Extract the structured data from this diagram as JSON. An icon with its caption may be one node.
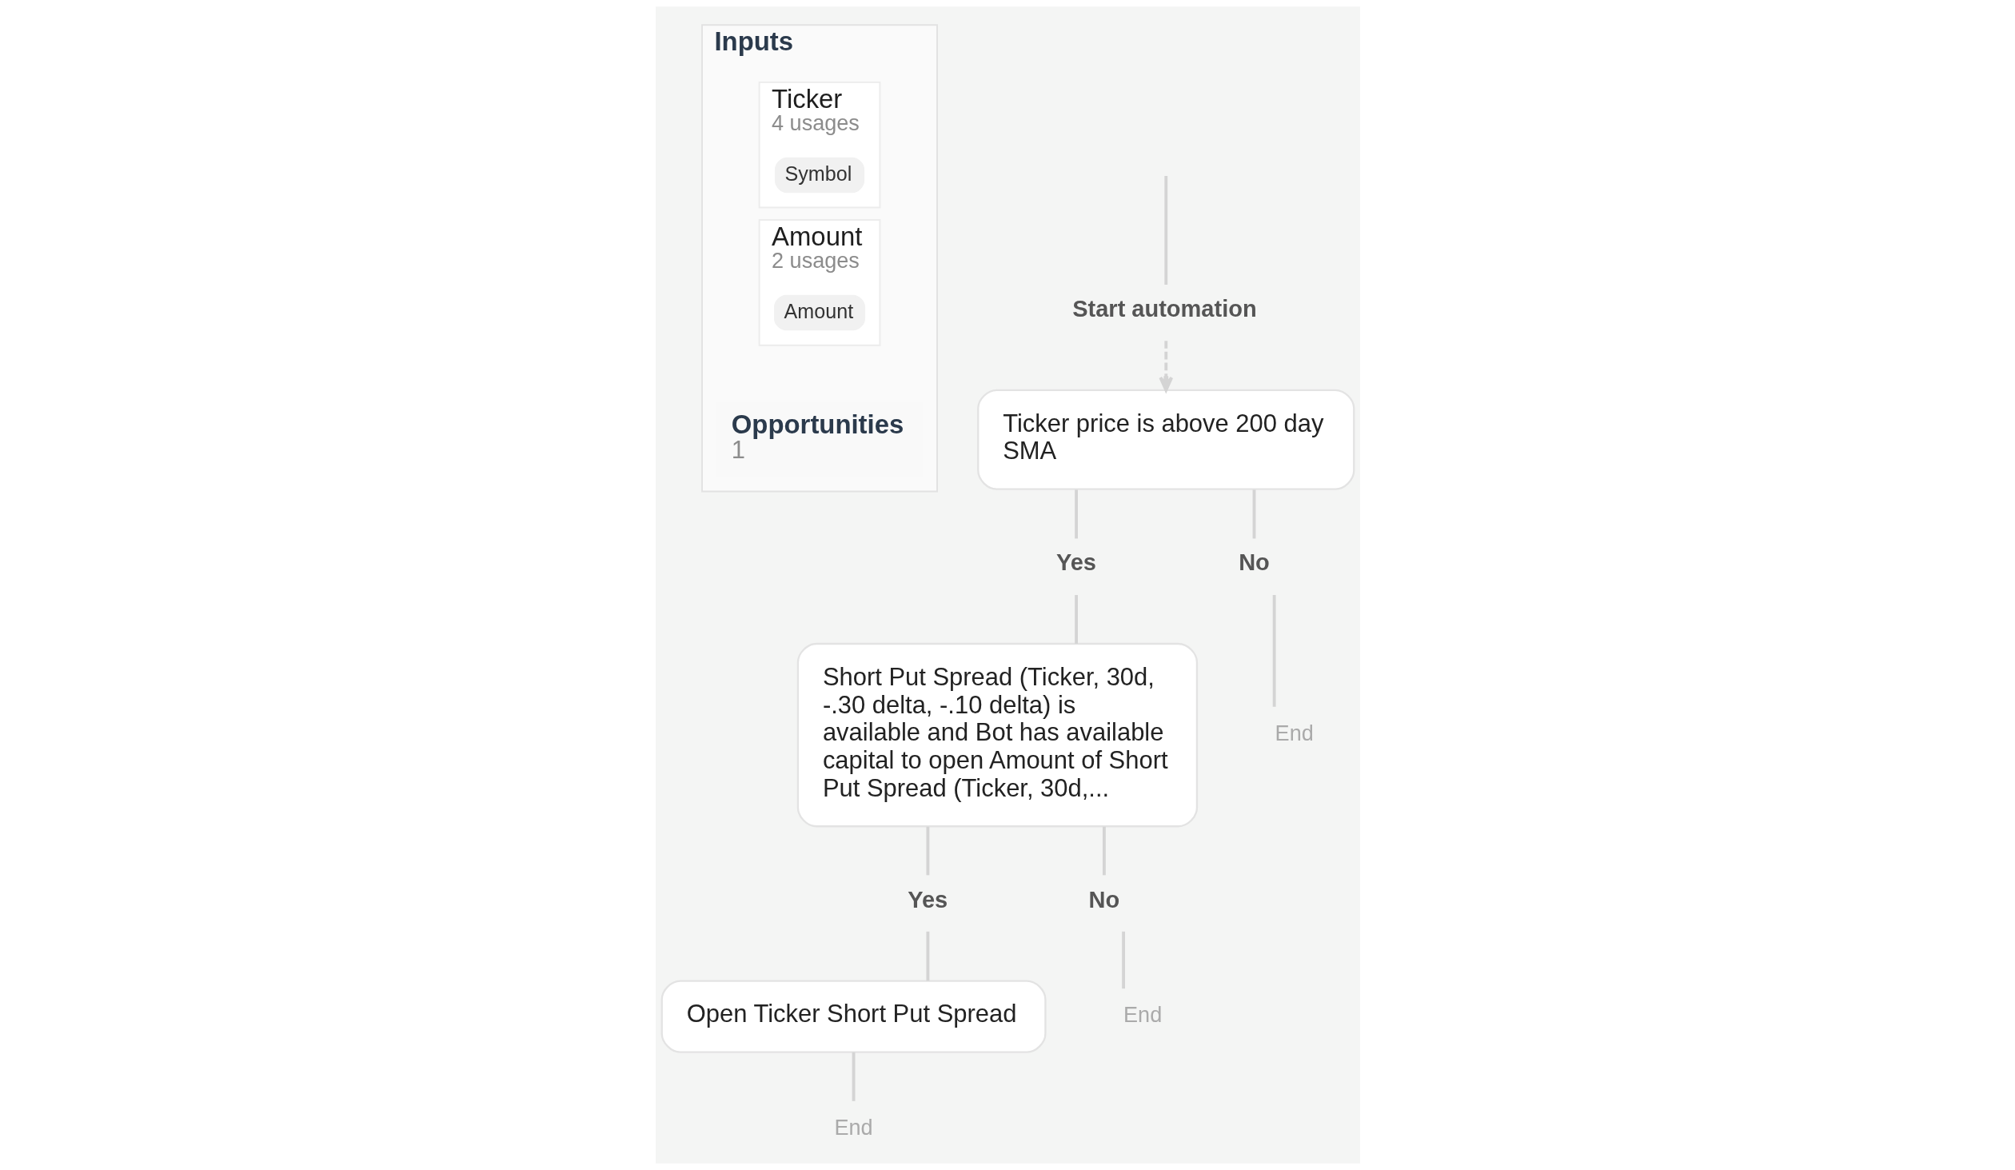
{
  "diagram": {
    "nodes": [
      {
        "text": [
          "Inputs"
        ]
      },
      {
        "text": [
          "Ticker",
          "4 usages"
        ],
        "in": 0
      },
      {
        "text": [
          "Symbol"
        ],
        "in": 1
      },
      {
        "text": [
          "Amount",
          "2 usages"
        ],
        "in": 0
      },
      {
        "text": [
          "Amount"
        ],
        "in": 3
      },
      {
        "text": [
          "Opportunities",
          "1"
        ],
        "in": 0
      },
      {
        "text": [
          "Start automation"
        ]
      },
      {
        "text": [
          "Ticker price is above 200 day SMA"
        ]
      },
      {
        "text": [
          "Yes"
        ]
      },
      {
        "text": [
          "No"
        ]
      },
      {
        "text": [
          "Short Put Spread (Ticker, 30d, -.30 delta, -.10 delta) is available and Bot has available capital to open Amount of Short Put Spread (Ticker, 30d,..."
        ]
      },
      {
        "text": [
          "End"
        ]
      },
      {
        "text": [
          "Yes"
        ]
      },
      {
        "text": [
          "No"
        ]
      },
      {
        "text": [
          "Open Ticker Short Put Spread"
        ]
      },
      {
        "text": [
          "End"
        ]
      },
      {
        "text": [
          "End"
        ]
      }
    ],
    "edges": [
      {
        "from": null,
        "to": 6,
        "arrow": "none"
      },
      {
        "from": 6,
        "to": 7,
        "arrow": "to",
        "style": "dashed"
      },
      {
        "from": 7,
        "to": 8,
        "arrow": "none"
      },
      {
        "from": 7,
        "to": 9,
        "arrow": "none"
      },
      {
        "from": 8,
        "to": 10,
        "arrow": "none"
      },
      {
        "from": 9,
        "to": 11,
        "arrow": "none"
      },
      {
        "from": 10,
        "to": 12,
        "arrow": "none"
      },
      {
        "from": 10,
        "to": 13,
        "arrow": "none"
      },
      {
        "from": 12,
        "to": 14,
        "arrow": "none"
      },
      {
        "from": 13,
        "to": 15,
        "arrow": "none"
      },
      {
        "from": 14,
        "to": 16,
        "arrow": "none"
      }
    ]
  }
}
